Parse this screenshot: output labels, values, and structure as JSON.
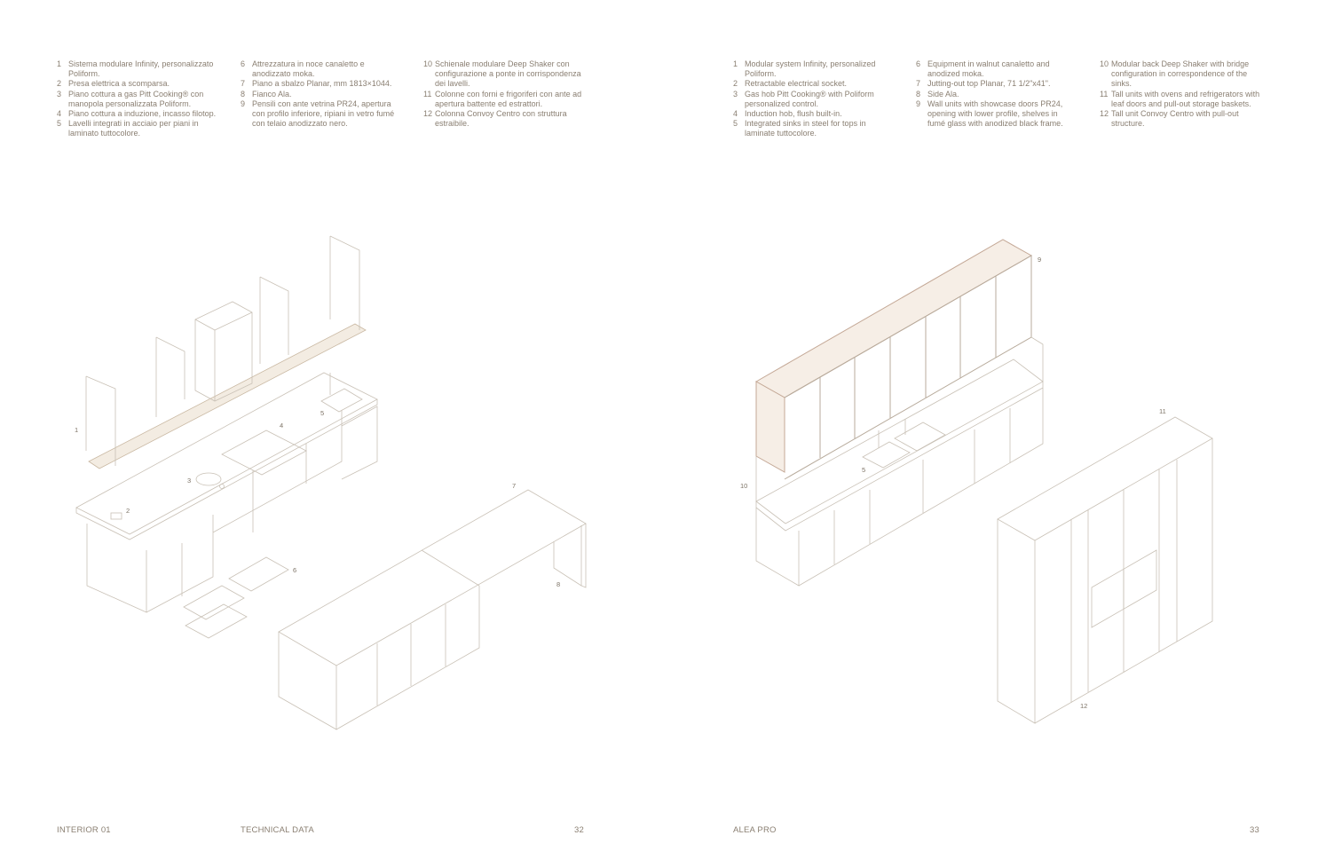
{
  "left_page": {
    "columns": [
      [
        {
          "n": "1",
          "t": "Sistema modulare Infinity, personalizzato Poliform."
        },
        {
          "n": "2",
          "t": "Presa elettrica a scomparsa."
        },
        {
          "n": "3",
          "t": "Piano cottura a gas Pitt Cooking® con manopola personalizzata Poliform."
        },
        {
          "n": "4",
          "t": "Piano cottura a induzione, incasso filotop."
        },
        {
          "n": "5",
          "t": "Lavelli integrati in acciaio per piani in laminato tuttocolore."
        }
      ],
      [
        {
          "n": "6",
          "t": "Attrezzatura in noce canaletto e anodizzato moka."
        },
        {
          "n": "7",
          "t": "Piano a sbalzo Planar, mm 1813×1044."
        },
        {
          "n": "8",
          "t": "Fianco Ala."
        },
        {
          "n": "9",
          "t": "Pensili con ante vetrina PR24, apertura con profilo inferiore, ripiani in vetro fumé con telaio anodizzato nero."
        }
      ],
      [
        {
          "n": "10",
          "t": "Schienale modulare Deep Shaker con configurazione a ponte in corrispondenza dei lavelli."
        },
        {
          "n": "11",
          "t": "Colonne con forni e frigoriferi con ante ad apertura battente ed estrattori."
        },
        {
          "n": "12",
          "t": "Colonna Convoy Centro con struttura estraibile."
        }
      ]
    ],
    "labels": {
      "l1": "1",
      "l2": "2",
      "l3": "3",
      "l4": "4",
      "l5": "5",
      "l6": "6",
      "l7": "7",
      "l8": "8"
    },
    "footer": {
      "left": "INTERIOR 01",
      "center": "TECHNICAL DATA",
      "page": "32"
    }
  },
  "right_page": {
    "columns": [
      [
        {
          "n": "1",
          "t": "Modular system Infinity, personalized Poliform."
        },
        {
          "n": "2",
          "t": "Retractable electrical socket."
        },
        {
          "n": "3",
          "t": "Gas hob Pitt Cooking® with Poliform personalized control."
        },
        {
          "n": "4",
          "t": "Induction hob, flush built-in."
        },
        {
          "n": "5",
          "t": "Integrated sinks in steel for tops in laminate tuttocolore."
        }
      ],
      [
        {
          "n": "6",
          "t": "Equipment in walnut canaletto and anodized moka."
        },
        {
          "n": "7",
          "t": "Jutting-out top Planar, 71 1/2\"x41\"."
        },
        {
          "n": "8",
          "t": "Side Ala."
        },
        {
          "n": "9",
          "t": "Wall units with showcase doors PR24, opening with lower profile, shelves in fumé glass with anodized black frame."
        }
      ],
      [
        {
          "n": "10",
          "t": "Modular back Deep Shaker with bridge configuration in correspondence of the sinks."
        },
        {
          "n": "11",
          "t": "Tall units with ovens and refrigerators with leaf doors and pull-out storage baskets."
        },
        {
          "n": "12",
          "t": "Tall unit Convoy Centro with pull-out structure."
        }
      ]
    ],
    "labels": {
      "l9": "9",
      "l10": "10",
      "l11": "11",
      "l5": "5",
      "l12": "12"
    },
    "footer": {
      "left": "ALEA PRO",
      "page": "33"
    }
  }
}
